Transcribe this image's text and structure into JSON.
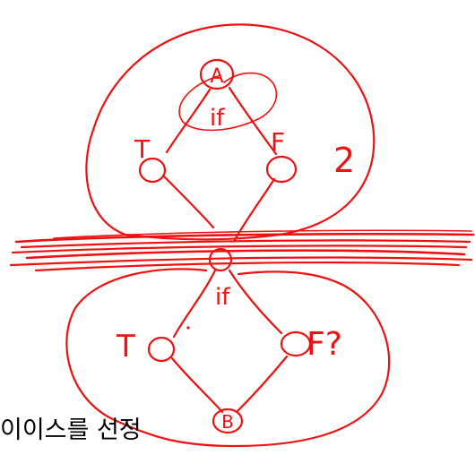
{
  "caption": "이이스를 선정",
  "diagram": {
    "nodes": [
      {
        "id": "A",
        "label": "A"
      },
      {
        "id": "mid"
      },
      {
        "id": "B",
        "label": "B"
      }
    ],
    "upper_branch": {
      "condition": "if",
      "true_label": "T",
      "false_label": "F",
      "count_label": "2"
    },
    "lower_branch": {
      "condition": "if",
      "true_label": "T",
      "false_label": "F?"
    }
  },
  "colors": {
    "ink": "#ee1111",
    "caption_text": "#000000",
    "background": "#ffffff"
  }
}
